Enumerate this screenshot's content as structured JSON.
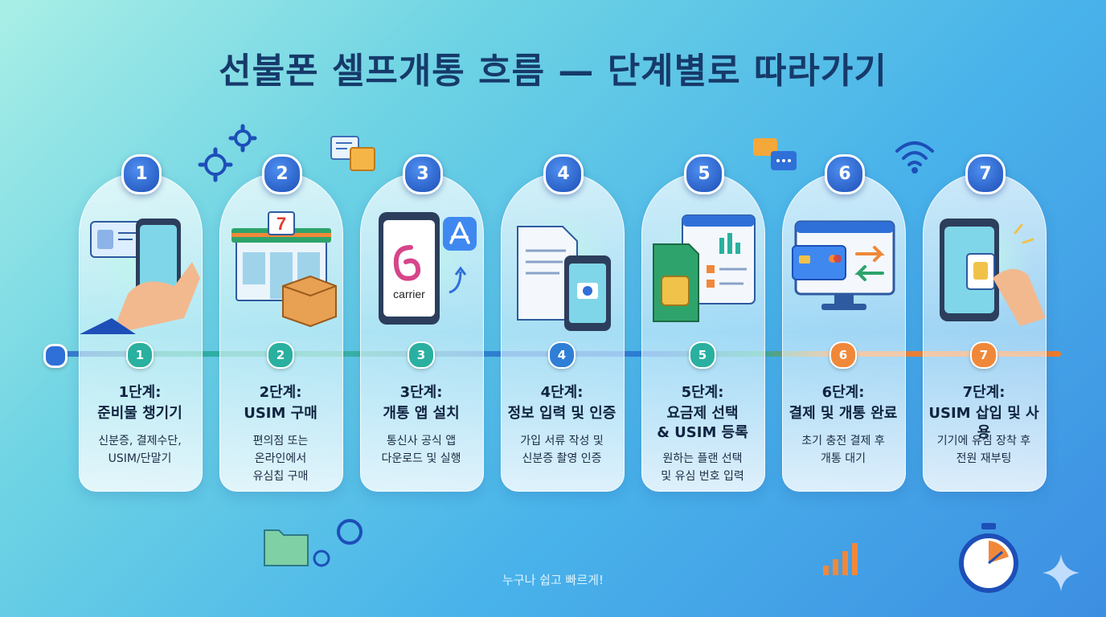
{
  "title": "선불폰 셀프개통 흐름 — 단계별로 따라가기",
  "illustration_texts": {
    "store_logo": "7",
    "carrier_brand": "carrier"
  },
  "steps": [
    {
      "number": "1",
      "heading": "1단계:",
      "name": "준비물 챙기기",
      "desc": [
        "신분증, 결제수단,",
        "USIM/단말기"
      ]
    },
    {
      "number": "2",
      "heading": "2단계:",
      "name": "USIM 구매",
      "desc": [
        "편의점 또는",
        "온라인에서",
        "유심칩 구매"
      ]
    },
    {
      "number": "3",
      "heading": "3단계:",
      "name": "개통 앱 설치",
      "desc": [
        "통신사 공식 앱",
        "다운로드 및 실행"
      ]
    },
    {
      "number": "4",
      "heading": "4단계:",
      "name": "정보 입력 및 인증",
      "desc": [
        "가입 서류 작성 및",
        "신분증 촬영 인증"
      ]
    },
    {
      "number": "5",
      "heading": "5단계:",
      "name": "요금제 선택\n& USIM 등록",
      "desc": [
        "원하는 플랜 선택",
        "및 유심 번호 입력"
      ]
    },
    {
      "number": "6",
      "heading": "6단계:",
      "name": "결제 및 개통 완료",
      "desc": [
        "초기 충전 결제 후",
        "개통 대기"
      ]
    },
    {
      "number": "7",
      "heading": "7단계:",
      "name": "USIM 삽입 및 사용",
      "desc": [
        "기기에 유심 장착 후",
        "전원 재부팅"
      ]
    }
  ],
  "footer": "누구나 쉽고 빠르게!",
  "colors": {
    "title": "#163a6a",
    "badge_blue": "#1d4fb8",
    "timeline_teal": "#2bb0a2",
    "timeline_orange": "#f07a2a"
  }
}
